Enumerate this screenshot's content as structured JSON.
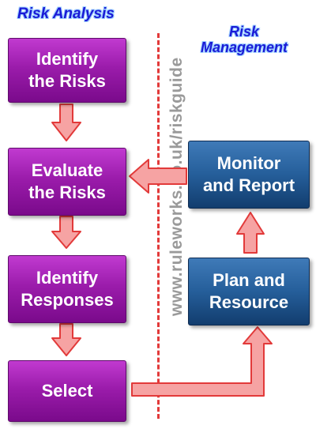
{
  "headings": {
    "risk_analysis": "Risk Analysis",
    "risk_management_line1": "Risk",
    "risk_management_line2": "Management"
  },
  "boxes": {
    "identify_line1": "Identify",
    "identify_line2": "the Risks",
    "evaluate_line1": "Evaluate",
    "evaluate_line2": "the Risks",
    "responses_line1": "Identify",
    "responses_line2": "Responses",
    "select": "Select",
    "monitor_line1": "Monitor",
    "monitor_line2": "and Report",
    "plan_line1": "Plan and",
    "plan_line2": "Resource"
  },
  "watermark": "www.ruleworks.co.uk/riskguide",
  "colors": {
    "analysis_box": "#9b1cab",
    "management_box": "#255e9a",
    "arrow_fill": "#f6a3a3",
    "arrow_stroke": "#e23a3a",
    "divider": "#e23a3a",
    "heading": "#1a1ad6"
  }
}
